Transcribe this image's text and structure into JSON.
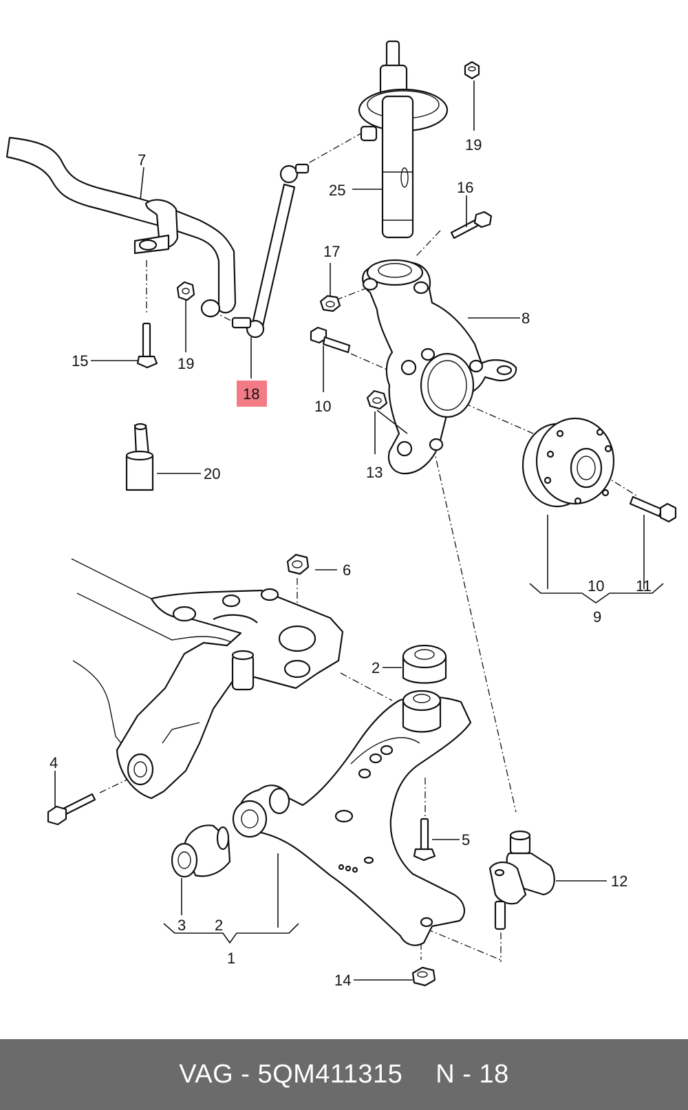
{
  "callouts": {
    "c1": "1",
    "c2a": "2",
    "c2b": "2",
    "c3": "3",
    "c4": "4",
    "c5": "5",
    "c6": "6",
    "c7": "7",
    "c8": "8",
    "c9": "9",
    "c10a": "10",
    "c10b": "10",
    "c11": "11",
    "c12": "12",
    "c13": "13",
    "c14": "14",
    "c15": "15",
    "c16": "16",
    "c17": "17",
    "c18": "18",
    "c19a": "19",
    "c19b": "19",
    "c20": "20",
    "c25": "25"
  },
  "highlight_color": "#f27b85",
  "footer": {
    "brand": "VAG",
    "part_number": "5QM411315",
    "position": "N - 18",
    "background": "#6b6b6b"
  }
}
